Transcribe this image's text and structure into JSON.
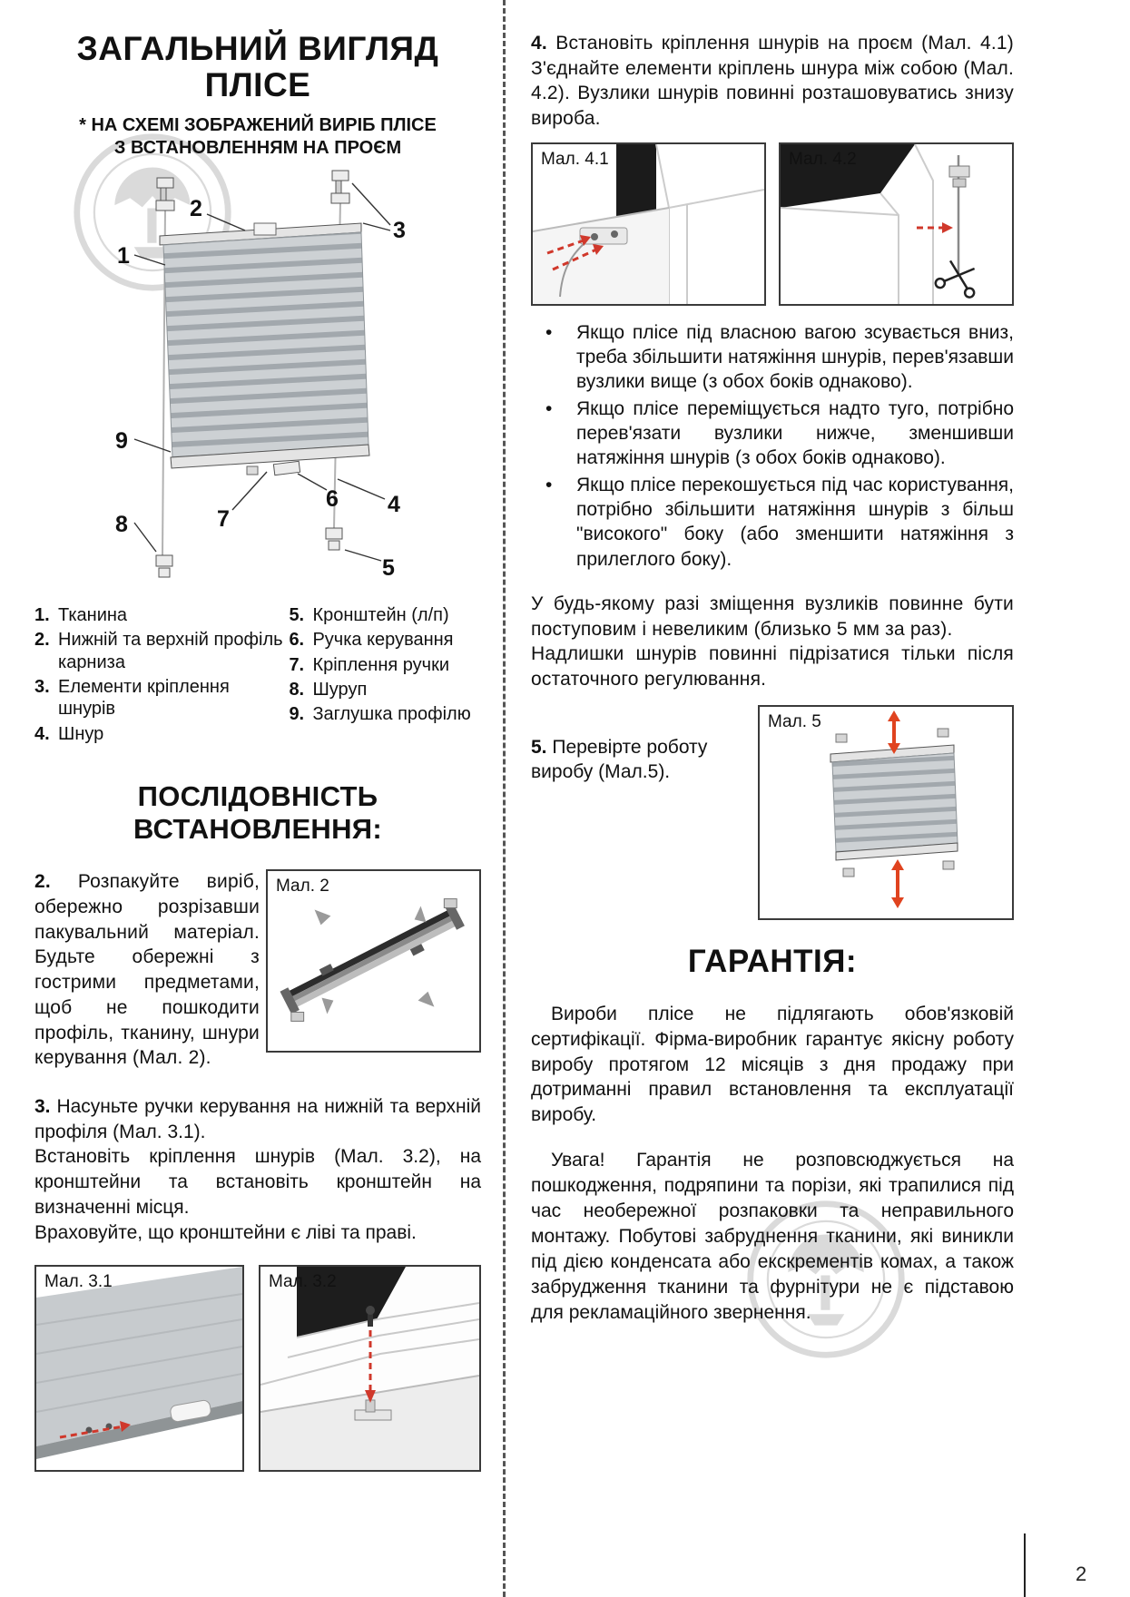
{
  "colors": {
    "accent_red": "#d0382b",
    "fabric_light": "#cdd1d4",
    "fabric_dark": "#a2a8ad"
  },
  "page": {
    "number": "2"
  },
  "left": {
    "title_line1": "ЗАГАЛЬНИЙ ВИГЛЯД",
    "title_line2": "ПЛІСЕ",
    "subtitle_line1": "* НА СХЕМІ ЗОБРАЖЕНИЙ ВИРІБ ПЛІСЕ",
    "subtitle_line2": "З ВСТАНОВЛЕННЯМ НА ПРОЄМ",
    "callouts": [
      "1",
      "2",
      "3",
      "4",
      "5",
      "6",
      "7",
      "8",
      "9"
    ],
    "legend_col1": [
      {
        "num": "1.",
        "text": "Тканина"
      },
      {
        "num": "2.",
        "text": "Нижній та верхній профіль карниза"
      },
      {
        "num": "3.",
        "text": "Елементи кріплення шнурів"
      },
      {
        "num": "4.",
        "text": "Шнур"
      }
    ],
    "legend_col2": [
      {
        "num": "5.",
        "text": "Кронштейн (л/п)"
      },
      {
        "num": "6.",
        "text": "Ручка керування"
      },
      {
        "num": "7.",
        "text": "Кріплення ручки"
      },
      {
        "num": "8.",
        "text": "Шуруп"
      },
      {
        "num": "9.",
        "text": "Заглушка профілю"
      }
    ],
    "section_title": "ПОСЛІДОВНІСТЬ ВСТАНОВЛЕННЯ:",
    "step2_num": "2.",
    "step2_text": "Розпакуйте виріб, обережно розрізавши пакувальний матеріал. Будьте обережні з гострими предметами, щоб не пошкодити профіль, тканину, шнури керування (Мал. 2).",
    "fig2_label": "Мал. 2",
    "step3_num": "3.",
    "step3_text1": "Насуньте ручки керування на нижній та верхній профіля (Мал. 3.1).",
    "step3_text2": "Встановіть кріплення шнурів (Мал. 3.2), на кронштейни та встановіть кронштейн на визначенні місця.",
    "step3_text3": "Враховуйте, що кронштейни є ліві та праві.",
    "fig31_label": "Мал. 3.1",
    "fig32_label": "Мал. 3.2"
  },
  "right": {
    "step4_num": "4.",
    "step4_text": "Встановіть кріплення шнурів на проєм (Мал. 4.1) З'єднайте елементи кріплень шнура між собою (Мал. 4.2). Вузлики шнурів повинні розташовуватись знизу вироба.",
    "fig41_label": "Мал. 4.1",
    "fig42_label": "Мал. 4.2",
    "bullets": [
      "Якщо плісе під власною вагою зсувається вниз, треба збільшити натяжіння шнурів, перев'язавши вузлики вище (з обох боків однаково).",
      "Якщо плісе переміщується надто туго, потрібно перев'язати вузлики нижче, зменшивши натяжіння шнурів (з обох боків однаково).",
      "Якщо плісе перекошується під час користування, потрібно збільшити натяжіння шнурів з більш \"високого\" боку (або зменшити натяжіння з прилеглого боку)."
    ],
    "note_text1": "У будь-якому разі зміщення вузликів повинне бути поступовим і невеликим (близько 5 мм за раз).",
    "note_text2": "Надлишки шнурів повинні підрізатися тільки після остаточного регулювання.",
    "step5_num": "5.",
    "step5_text": "Перевірте роботу виробу (Мал.5).",
    "fig5_label": "Мал. 5",
    "warranty_title": "ГАРАНТІЯ:",
    "warranty_p1": "Вироби плісе не підлягають обов'язковій сертифікації. Фірма-виробник гарантує якісну роботу виробу протягом 12 місяців з дня продажу при дотриманні правил встановлення та експлуатації виробу.",
    "warranty_p2": "Увага! Гарантія не розповсюджується на пошкодження, подряпини та порізи, які трапилися під час необережної розпаковки та неправильного монтажу. Побутові забруднення тканини, які виникли під дією конденсата або екскрементів комах, а також забрудження тканини та фурнітури не є підставою для рекламаційного звернення."
  }
}
